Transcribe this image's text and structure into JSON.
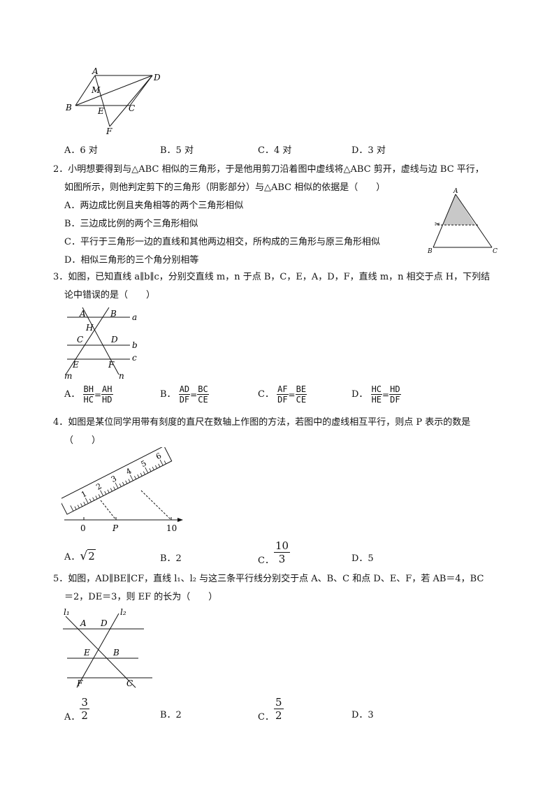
{
  "q1": {
    "figure_labels": {
      "A": "A",
      "D": "D",
      "M": "M",
      "B": "B",
      "E": "E",
      "C": "C",
      "F": "F"
    },
    "options": [
      "A．6 对",
      "B．5 对",
      "C．4 对",
      "D．3 对"
    ]
  },
  "q2": {
    "line1": "2．小明想要得到与△ABC 相似的三角形，于是他用剪刀沿着图中虚线将△ABC 剪开，虚线与边 BC 平行，",
    "line2": "如图所示，则他判定剪下的三角形（阴影部分）与△ABC 相似的依据是（　　）",
    "options": [
      "A．两边成比例且夹角相等的两个三角形相似",
      "B．三边成比例的两个三角形相似",
      "C．平行于三角形一边的直线和其他两边相交，所构成的三角形与原三角形相似",
      "D．相似三角形的三个角分别相等"
    ],
    "figure_labels": {
      "A": "A",
      "B": "B",
      "C": "C"
    },
    "colors": {
      "shade": "#c8c8c8"
    }
  },
  "q3": {
    "line1": "3．如图，已知直线 a∥b∥c，分别交直线 m，n 于点 B，C，E，A，D，F，直线 m，n 相交于点 H，下列结",
    "line2": "论中错误的是（　　）",
    "figure_labels": {
      "A": "A",
      "B": "B",
      "H": "H",
      "C": "C",
      "D": "D",
      "E": "E",
      "F": "F",
      "a": "a",
      "b": "b",
      "c": "c",
      "m": "m",
      "n": "n"
    },
    "options": [
      {
        "label": "A．",
        "f1n": "BH",
        "f1d": "HC",
        "f2n": "AH",
        "f2d": "HD"
      },
      {
        "label": "B．",
        "f1n": "AD",
        "f1d": "DF",
        "f2n": "BC",
        "f2d": "CE"
      },
      {
        "label": "C．",
        "f1n": "AF",
        "f1d": "DF",
        "f2n": "BE",
        "f2d": "CE"
      },
      {
        "label": "D．",
        "f1n": "HC",
        "f1d": "HE",
        "f2n": "HD",
        "f2d": "DF"
      }
    ]
  },
  "q4": {
    "line1": "4．如图是某位同学用带有刻度的直尺在数轴上作图的方法，若图中的虚线相互平行，则点 P 表示的数是",
    "line2": "（　　）",
    "ruler_numbers": [
      "1",
      "2",
      "3",
      "4",
      "5",
      "6"
    ],
    "axis_labels": {
      "zero": "0",
      "p": "P",
      "ten": "10"
    },
    "options": {
      "a_label": "A．",
      "a_radicand": "2",
      "b": "B．2",
      "c_label": "C．",
      "c_num": "10",
      "c_den": "3",
      "d": "D．5"
    }
  },
  "q5": {
    "line1": "5．如图，AD∥BE∥CF，直线 l₁、l₂ 与这三条平行线分别交于点 A、B、C 和点 D、E、F，若 AB＝4，BC",
    "line2": "＝2，DE＝3，则 EF 的长为（　　）",
    "figure_labels": {
      "l1": "l₁",
      "l2": "l₂",
      "A": "A",
      "D": "D",
      "E": "E",
      "B": "B",
      "F": "F",
      "C": "C"
    },
    "options": {
      "a_label": "A．",
      "a_num": "3",
      "a_den": "2",
      "b": "B．2",
      "c_label": "C．",
      "c_num": "5",
      "c_den": "2",
      "d": "D．3"
    }
  }
}
